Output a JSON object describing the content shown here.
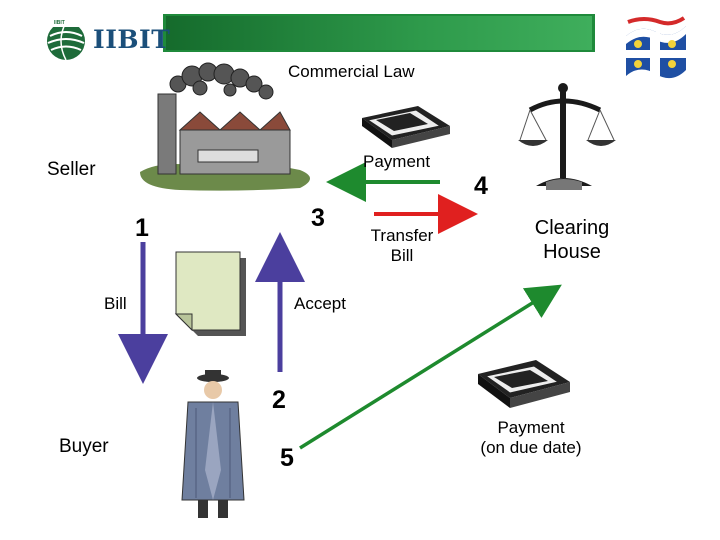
{
  "logo": {
    "text": "IIBIT",
    "badge_text": "IIBIT"
  },
  "title": "Commercial Law",
  "labels": {
    "seller": "Seller",
    "buyer": "Buyer",
    "payment": "Payment",
    "transfer_bill_line1": "Transfer",
    "transfer_bill_line2": "Bill",
    "clearing_house_line1": "Clearing",
    "clearing_house_line2": "House",
    "bill": "Bill",
    "accept": "Accept",
    "payment_due_line1": "Payment",
    "payment_due_line2": "(on due date)"
  },
  "steps": {
    "s1": "1",
    "s2": "2",
    "s3": "3",
    "s4": "4",
    "s5": "5"
  },
  "colors": {
    "header_band": "#1f8a3b",
    "arrow_green": "#1e8a2e",
    "arrow_red": "#e0201f",
    "arrow_blue": "#4b3f9e",
    "logo_blue": "#1b4f7a"
  },
  "icons": [
    "factory-icon",
    "money-stack-icon",
    "scales-icon",
    "document-icon",
    "man-in-coat-icon",
    "flag-icon"
  ]
}
